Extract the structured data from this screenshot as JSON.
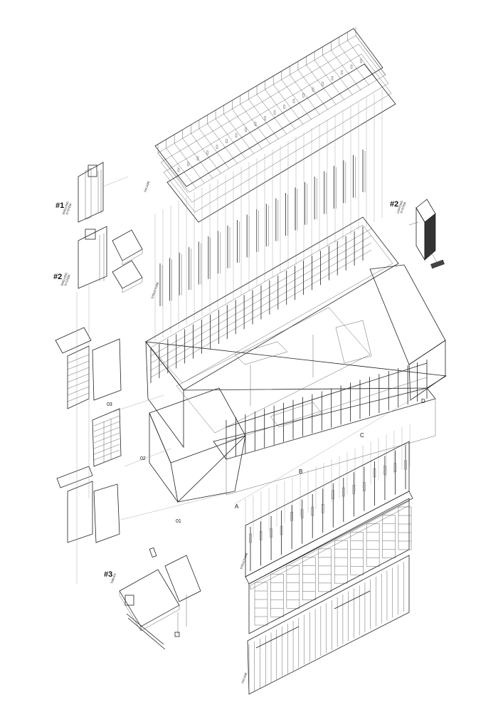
{
  "callouts": {
    "c1": {
      "num": "#1",
      "lines": [
        "SHELVING",
        "SYSTEM"
      ]
    },
    "c2_left": {
      "num": "#2",
      "lines": [
        "SHELVING",
        "SYSTEM"
      ]
    },
    "c2_right": {
      "num": "#2",
      "lines": [
        "LIGHTING",
        "SYSTEM"
      ]
    },
    "c3": {
      "num": "#3",
      "lines": [
        "TABLES"
      ]
    }
  },
  "levels": {
    "l01": "01",
    "l02": "02",
    "l03": "03"
  },
  "grid": {
    "a": "A",
    "b": "B",
    "c": "C",
    "d": "D"
  },
  "layers": {
    "structure_top": "STRUCTURE",
    "structure_bottom": "STRUCTURE",
    "facade_top": "FACADE",
    "facade_bottom": "FACADE"
  }
}
